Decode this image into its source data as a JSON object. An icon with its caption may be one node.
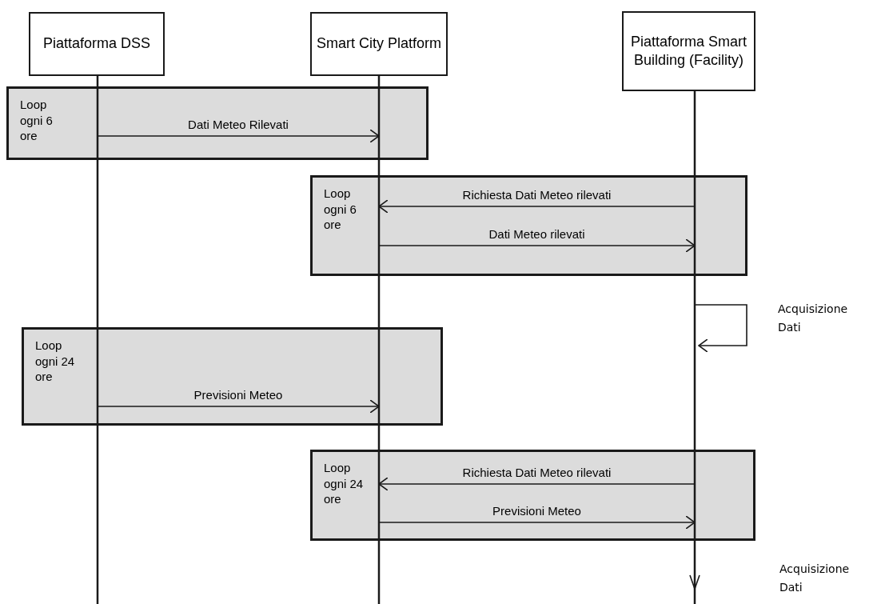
{
  "diagram": {
    "nodes": [
      {
        "text": [
          "Piattaforma DSS"
        ]
      },
      {
        "text": [
          "Smart City Platform"
        ]
      },
      {
        "text": [
          "Piattaforma Smart Building (Facility)"
        ]
      },
      {
        "text": [],
        "shape": "line"
      },
      {
        "text": [],
        "shape": "line"
      },
      {
        "text": [],
        "shape": "arrow"
      }
    ],
    "edges": [
      {
        "from": 3,
        "to": 4,
        "label": "Dati Meteo Rilevati",
        "arrow": "to"
      },
      {
        "from": 5,
        "to": 4,
        "label": "Richiesta Dati Meteo rilevati",
        "arrow": "to"
      },
      {
        "from": 4,
        "to": 5,
        "label": "Dati Meteo rilevati",
        "arrow": "to"
      },
      {
        "from": 5,
        "to": 5,
        "label": "Acquisizione Dati",
        "arrow": "to"
      },
      {
        "from": 3,
        "to": 4,
        "label": "Previsioni Meteo",
        "arrow": "to"
      },
      {
        "from": 5,
        "to": 4,
        "label": "Richiesta Dati Meteo rilevati",
        "arrow": "to"
      },
      {
        "from": 4,
        "to": 5,
        "label": "Previsioni Meteo",
        "arrow": "to"
      }
    ],
    "labels": [
      "Loop ogni 6 ore",
      "Loop ogni 6 ore",
      "Loop ogni 24 ore",
      "Loop ogni 24 ore",
      "Acquisizione Dati"
    ]
  }
}
